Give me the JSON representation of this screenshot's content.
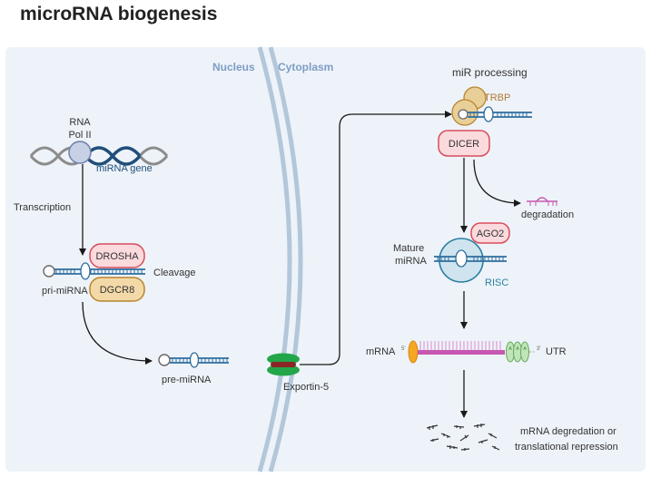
{
  "title": "microRNA biogenesis",
  "compartments": {
    "nucleus": "Nucleus",
    "cytoplasm": "Cytoplasm"
  },
  "labels": {
    "rna_pol": "RNA",
    "pol_ii": "Pol II",
    "mirna_gene": "miRNA gene",
    "transcription": "Transcription",
    "drosha": "DROSHA",
    "dgcr8": "DGCR8",
    "cleavage": "Cleavage",
    "pri_mirna": "pri-miRNA",
    "pre_mirna": "pre-miRNA",
    "exportin": "Exportin-5",
    "mir_processing": "miR processing",
    "trbp": "TRBP",
    "dicer": "DICER",
    "degradation": "degradation",
    "ago2": "AGO2",
    "mature": "Mature",
    "mirna": "miRNA",
    "risc": "RISC",
    "mrna": "mRNA",
    "utr": "UTR",
    "five_prime": "5'",
    "poly_a": "A",
    "three_prime": "3'",
    "outcome_1": "mRNA degredation or",
    "outcome_2": "translational repression"
  },
  "colors": {
    "panel": "#eef3f9",
    "membrane": "#b3c7da",
    "nucleus_text": "#7d9dc4",
    "dna_grey": "#8c8c8c",
    "dna_blue": "#1f4e7a",
    "pol": "#c8d0e6",
    "drosha_fill": "#fadadd",
    "drosha_stroke": "#d94c5c",
    "dgcr8_fill": "#f3d9a8",
    "dgcr8_stroke": "#b8862e",
    "trbp": "#e8cf98",
    "trbp_text": "#b07a30",
    "rna_blue": "#2d6e9e",
    "exportin_green": "#23a64a",
    "exportin_red": "#8a2626",
    "risc_fill": "#cfe4ee",
    "risc_stroke": "#2a7fa0",
    "mrna_pink": "#c757b0",
    "cap_orange": "#f5a623",
    "poly_a_green": "#bfe5b8",
    "arrow": "#1a1a1a"
  }
}
